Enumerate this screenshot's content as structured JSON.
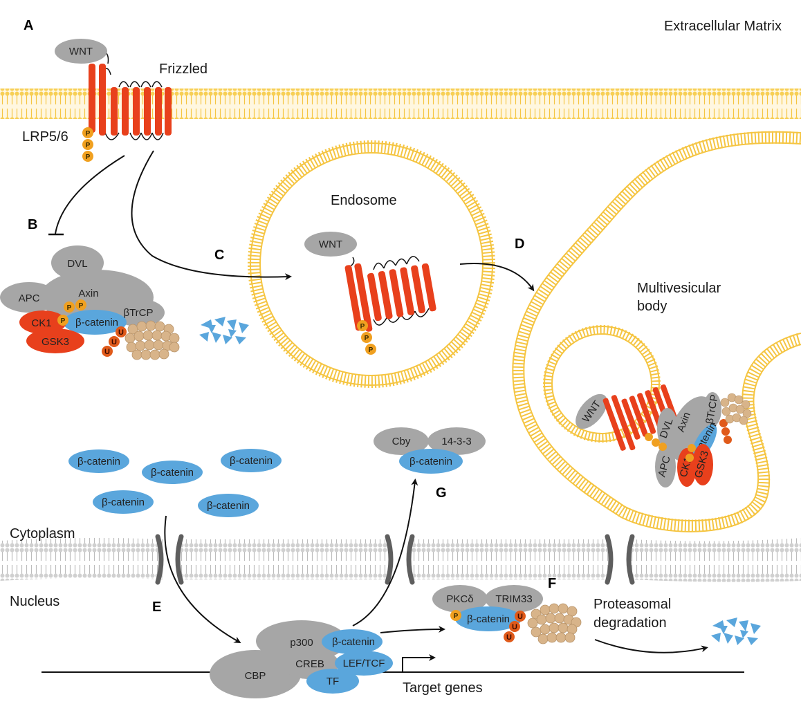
{
  "panels": {
    "a": "A",
    "b": "B",
    "c": "C",
    "d": "D",
    "e": "E",
    "f": "F",
    "g": "G"
  },
  "labels": {
    "extracellular": "Extracellular Matrix",
    "frizzled": "Frizzled",
    "lrp": "LRP5/6",
    "endosome": "Endosome",
    "mvb_line1": "Multivesicular",
    "mvb_line2": "body",
    "cytoplasm": "Cytoplasm",
    "nucleus": "Nucleus",
    "target_genes": "Target genes",
    "proteasomal_line1": "Proteasomal",
    "proteasomal_line2": "degradation"
  },
  "molecules": {
    "wnt": "WNT",
    "dvl": "DVL",
    "apc": "APC",
    "axin": "Axin",
    "ck1": "CK1",
    "gsk3": "GSK3",
    "btrcp": "βTrCP",
    "beta_catenin": "β-catenin",
    "p": "P",
    "u": "U",
    "cby": "Cby",
    "p1433": "14-3-3",
    "pkcd": "PKCδ",
    "trim33": "TRIM33",
    "p300": "p300",
    "creb": "CREB",
    "cbp": "CBP",
    "lef_tcf": "LEF/TCF",
    "tf": "TF"
  },
  "colors": {
    "membrane": "#f5c542",
    "receptor": "#e8401c",
    "phospho": "#f0a020",
    "ubiquitin": "#e05a1a",
    "protein_grey": "#a6a6a6",
    "beta_catenin": "#5aa6dc",
    "kinase_red": "#e8401c",
    "proteasome": "#d8b48a",
    "nuclear_membrane": "#cfcfcf"
  }
}
